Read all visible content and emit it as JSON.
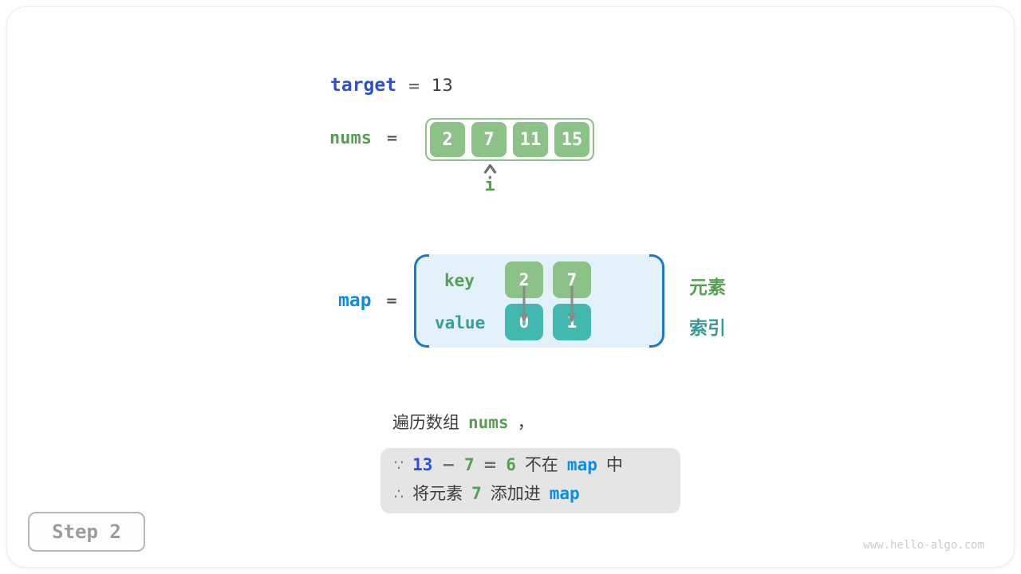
{
  "colors": {
    "green_box": "#8cc287",
    "teal_box": "#42b8ae",
    "indigo_text": "#2b50d8",
    "azure_text": "#0d8ce0",
    "green_text": "#55a052",
    "teal_text": "#399d96",
    "bracket_blue": "#1a7ac9",
    "map_bg": "#e3f1fb",
    "note_bg": "#e5e5e5"
  },
  "target": {
    "label": "target",
    "equals": "=",
    "value": "13"
  },
  "array": {
    "label": "nums",
    "equals": "=",
    "values": [
      "2",
      "7",
      "11",
      "15"
    ],
    "pointer_label": "i",
    "pointer_index": 1
  },
  "map": {
    "label": "map",
    "equals": "=",
    "key_label": "key",
    "value_label": "value",
    "keys": [
      "2",
      "7"
    ],
    "values": [
      "0",
      "1"
    ],
    "key_side_label": "元素",
    "value_side_label": "索引"
  },
  "caption": {
    "text": "遍历数组",
    "code": "nums",
    "comma": "，"
  },
  "note": {
    "because": "∵",
    "therefore": "∴",
    "l1_target": "13",
    "l1_minus": "−",
    "l1_num": "7",
    "l1_eq": "=",
    "l1_res": "6",
    "l1_notin": "不在",
    "l1_map": "map",
    "l1_suffix": "中",
    "l2_pre": "将元素",
    "l2_num": "7",
    "l2_post": "添加进",
    "l2_map": "map"
  },
  "footer": {
    "step": "Step 2",
    "watermark": "www.hello-algo.com"
  }
}
